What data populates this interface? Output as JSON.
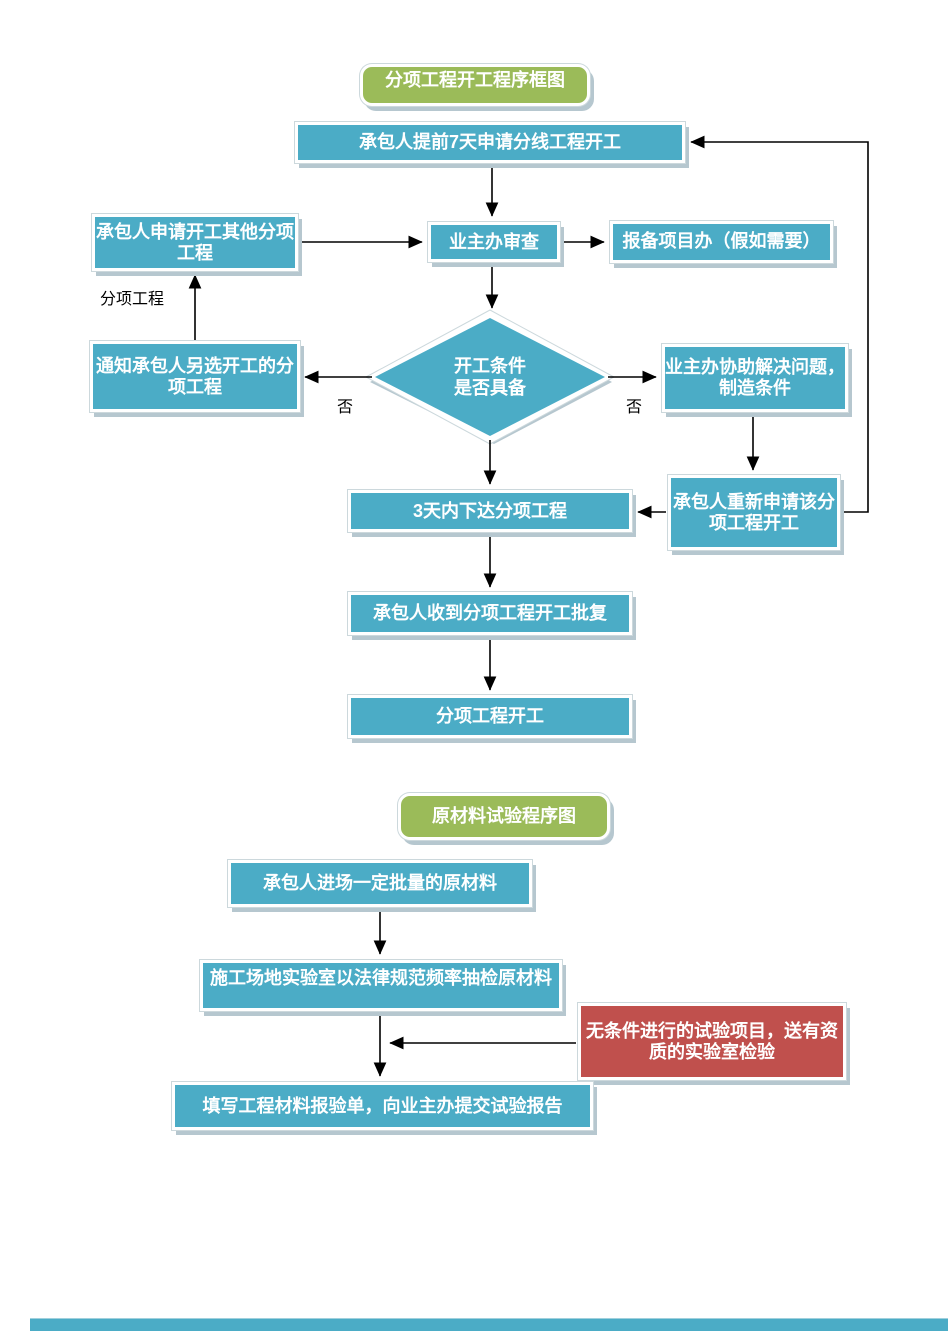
{
  "colors": {
    "node_blue": "#4BACC6",
    "node_green": "#9BBB59",
    "node_red": "#C0504D",
    "arrow": "#000000",
    "shadow": "#b6c7cf",
    "text_on_node": "#ffffff"
  },
  "flowchart1": {
    "title": "分项工程开工程序框图",
    "nodes": {
      "apply7days": "承包人提前7天申请分线工程开工",
      "apply_other": "承包人申请开工其他分项工程",
      "owner_review": "业主办审查",
      "report_project": "报备项目办（假如需要）",
      "decision_line1": "开工条件",
      "decision_line2": "是否具备",
      "notify_reselect": "通知承包人另选开工的分项工程",
      "owner_assist": "业主办协助解决问题，制造条件",
      "issue_3days": "3天内下达分项工程",
      "reapply": "承包人重新申请该分项工程开工",
      "receive_approval": "承包人收到分项工程开工批复",
      "start_work": "分项工程开工"
    },
    "edge_labels": {
      "no_left": "否",
      "no_right": "否",
      "branch": "分项工程"
    }
  },
  "flowchart2": {
    "title": "原材料试验程序图",
    "nodes": {
      "material_arrival": "承包人进场一定批量的原材料",
      "site_lab_check": "施工场地实验室以法律规范频率抽检原材料",
      "external_lab": "无条件进行的试验项目，送有资质的实验室检验",
      "submit_report": "填写工程材料报验单，向业主办提交试验报告"
    }
  }
}
